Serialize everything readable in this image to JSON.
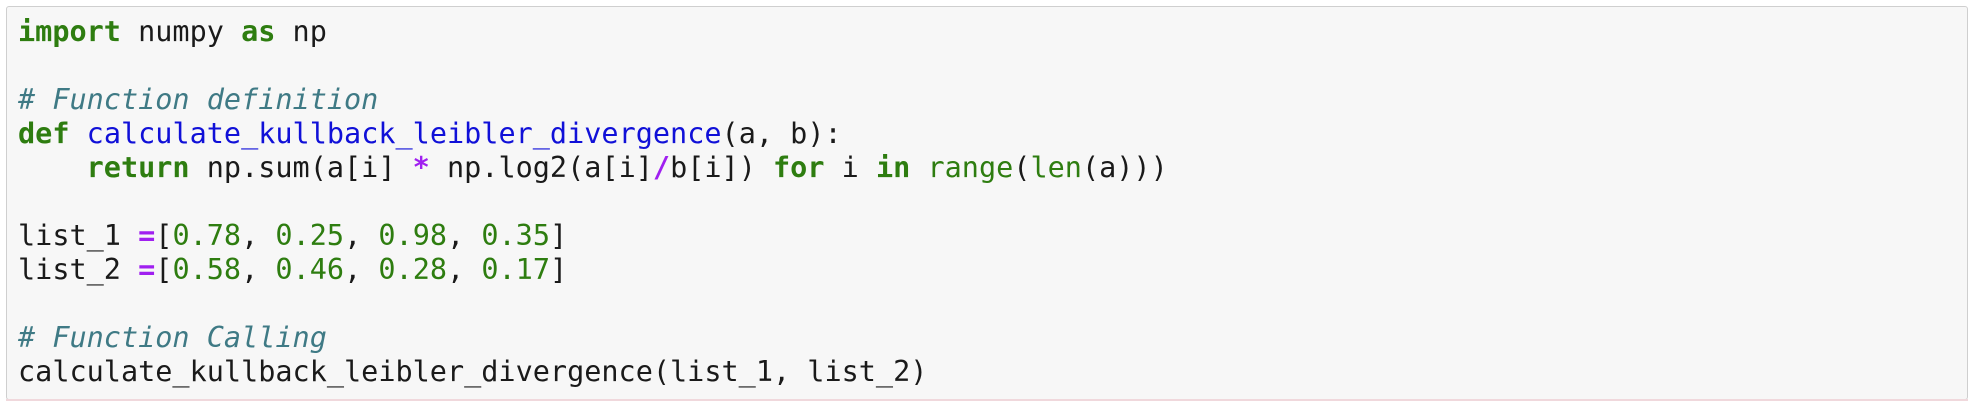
{
  "cell": {
    "line1": {
      "kw1": "import",
      "t1": " numpy ",
      "kw2": "as",
      "t2": " np"
    },
    "line3": {
      "comment": "# Function definition"
    },
    "line4": {
      "kw": "def",
      "sp": " ",
      "fn": "calculate_kullback_leibler_divergence",
      "args": "(a, b):"
    },
    "line5": {
      "indent": "    ",
      "kw_return": "return",
      "t1": " np.sum(a[i] ",
      "op_mul": "*",
      "t2": " np.log2(a[i]",
      "op_div": "/",
      "t3": "b[i]) ",
      "kw_for": "for",
      "t4": " i ",
      "kw_in": "in",
      "t5": " ",
      "bi_range": "range",
      "t6": "(",
      "bi_len": "len",
      "t7": "(a)))"
    },
    "line7": {
      "name": "list_1 ",
      "op": "=",
      "open": "[",
      "n1": "0.78",
      "s1": ", ",
      "n2": "0.25",
      "s2": ", ",
      "n3": "0.98",
      "s3": ", ",
      "n4": "0.35",
      "close": "]"
    },
    "line8": {
      "name": "list_2 ",
      "op": "=",
      "open": "[",
      "n1": "0.58",
      "s1": ", ",
      "n2": "0.46",
      "s2": ", ",
      "n3": "0.28",
      "s3": ", ",
      "n4": "0.17",
      "close": "]"
    },
    "line10": {
      "comment": "# Function Calling"
    },
    "line11": {
      "call": "calculate_kullback_leibler_divergence(list_1, list_2)"
    }
  }
}
